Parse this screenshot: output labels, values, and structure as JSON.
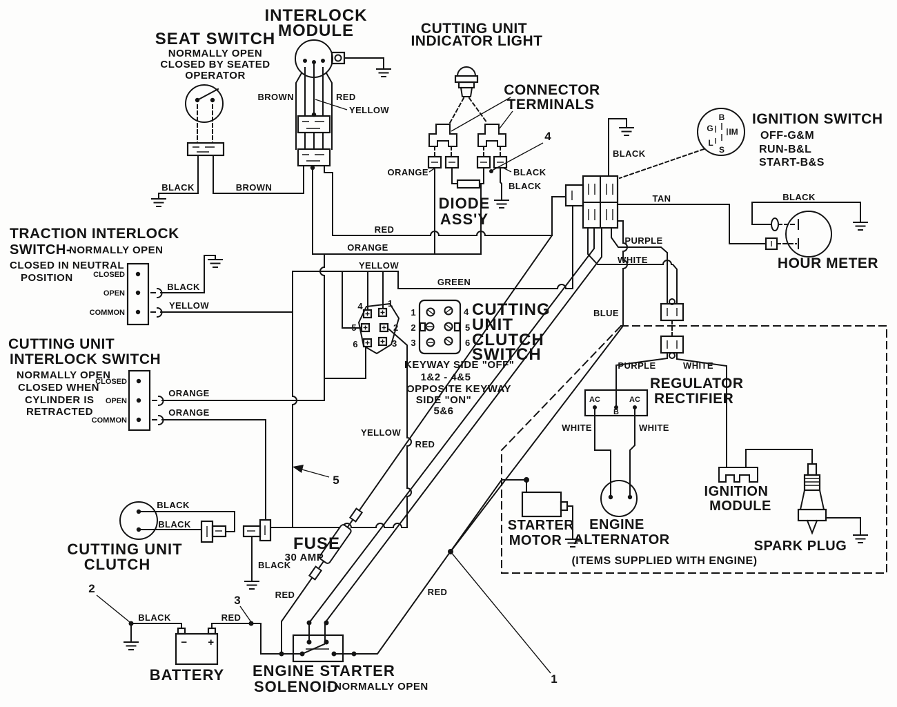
{
  "diagram_type": "electrical wiring diagram",
  "wire_colors": {
    "black": "BLACK",
    "brown": "BROWN",
    "red": "RED",
    "orange": "ORANGE",
    "yellow": "YELLOW",
    "green": "GREEN",
    "tan": "TAN",
    "purple": "PURPLE",
    "white": "WHITE",
    "blue": "BLUE"
  },
  "callouts": {
    "n1": "1",
    "n2": "2",
    "n3": "3",
    "n4": "4",
    "n5": "5"
  },
  "switch_labels": {
    "closed": "CLOSED",
    "open": "OPEN",
    "common": "COMMON"
  },
  "pin_numbers": {
    "p1": "1",
    "p2": "2",
    "p3": "3",
    "p4": "4",
    "p5": "5",
    "p6": "6"
  },
  "ignition_terminals": {
    "b": "B",
    "g": "G",
    "im": "IM",
    "l": "L",
    "s": "S"
  },
  "battery_terminals": {
    "minus": "−",
    "plus": "+"
  },
  "regulator_terminals": {
    "ac": "AC",
    "b": "B"
  },
  "components": {
    "seat_switch": {
      "title": "SEAT SWITCH",
      "sub1": "NORMALLY OPEN",
      "sub2": "CLOSED BY SEATED",
      "sub3": "OPERATOR"
    },
    "interlock_module": {
      "line1": "INTERLOCK",
      "line2": "MODULE"
    },
    "indicator_light": {
      "line1": "CUTTING UNIT",
      "line2": "INDICATOR LIGHT"
    },
    "connector_terminals": {
      "line1": "CONNECTOR",
      "line2": "TERMINALS"
    },
    "diode_assy": {
      "line1": "DIODE",
      "line2": "ASS'Y"
    },
    "ignition_switch": {
      "title": "IGNITION SWITCH",
      "off": "OFF-G&M",
      "run": "RUN-B&L",
      "start": "START-B&S"
    },
    "hour_meter": {
      "title": "HOUR METER"
    },
    "traction_switch": {
      "line1": "TRACTION INTERLOCK",
      "line2a": "SWITCH-",
      "line2b": "NORMALLY OPEN",
      "line3": "CLOSED IN NEUTRAL",
      "line4": "POSITION"
    },
    "cu_interlock_switch": {
      "line1": "CUTTING UNIT",
      "line2": "INTERLOCK SWITCH",
      "sub1": "NORMALLY OPEN",
      "sub2": "CLOSED WHEN",
      "sub3": "CYLINDER IS",
      "sub4": "RETRACTED"
    },
    "clutch_switch": {
      "line1": "CUTTING",
      "line2": "UNIT",
      "line3": "CLUTCH",
      "line4": "SWITCH",
      "note1": "KEYWAY SIDE \"OFF\"",
      "note2": "1&2 - 4&5",
      "note3": "OPPOSITE KEYWAY",
      "note4": "SIDE \"ON\"",
      "note5": "5&6"
    },
    "regulator": {
      "line1": "REGULATOR",
      "line2": "RECTIFIER"
    },
    "cutting_unit_clutch": {
      "line1": "CUTTING UNIT",
      "line2": "CLUTCH"
    },
    "fuse": {
      "line1": "FUSE",
      "line2": "30 AMP"
    },
    "battery": {
      "title": "BATTERY"
    },
    "solenoid": {
      "line1": "ENGINE STARTER",
      "line2": "SOLENOID",
      "line2b": "- NORMALLY OPEN"
    },
    "starter_motor": {
      "line1": "STARTER",
      "line2": "MOTOR"
    },
    "alternator": {
      "line1": "ENGINE",
      "line2": "ALTERNATOR"
    },
    "ignition_module": {
      "line1": "IGNITION",
      "line2": "MODULE"
    },
    "spark_plug": {
      "title": "SPARK PLUG"
    },
    "engine_box": {
      "caption": "(ITEMS SUPPLIED WITH ENGINE)"
    }
  }
}
